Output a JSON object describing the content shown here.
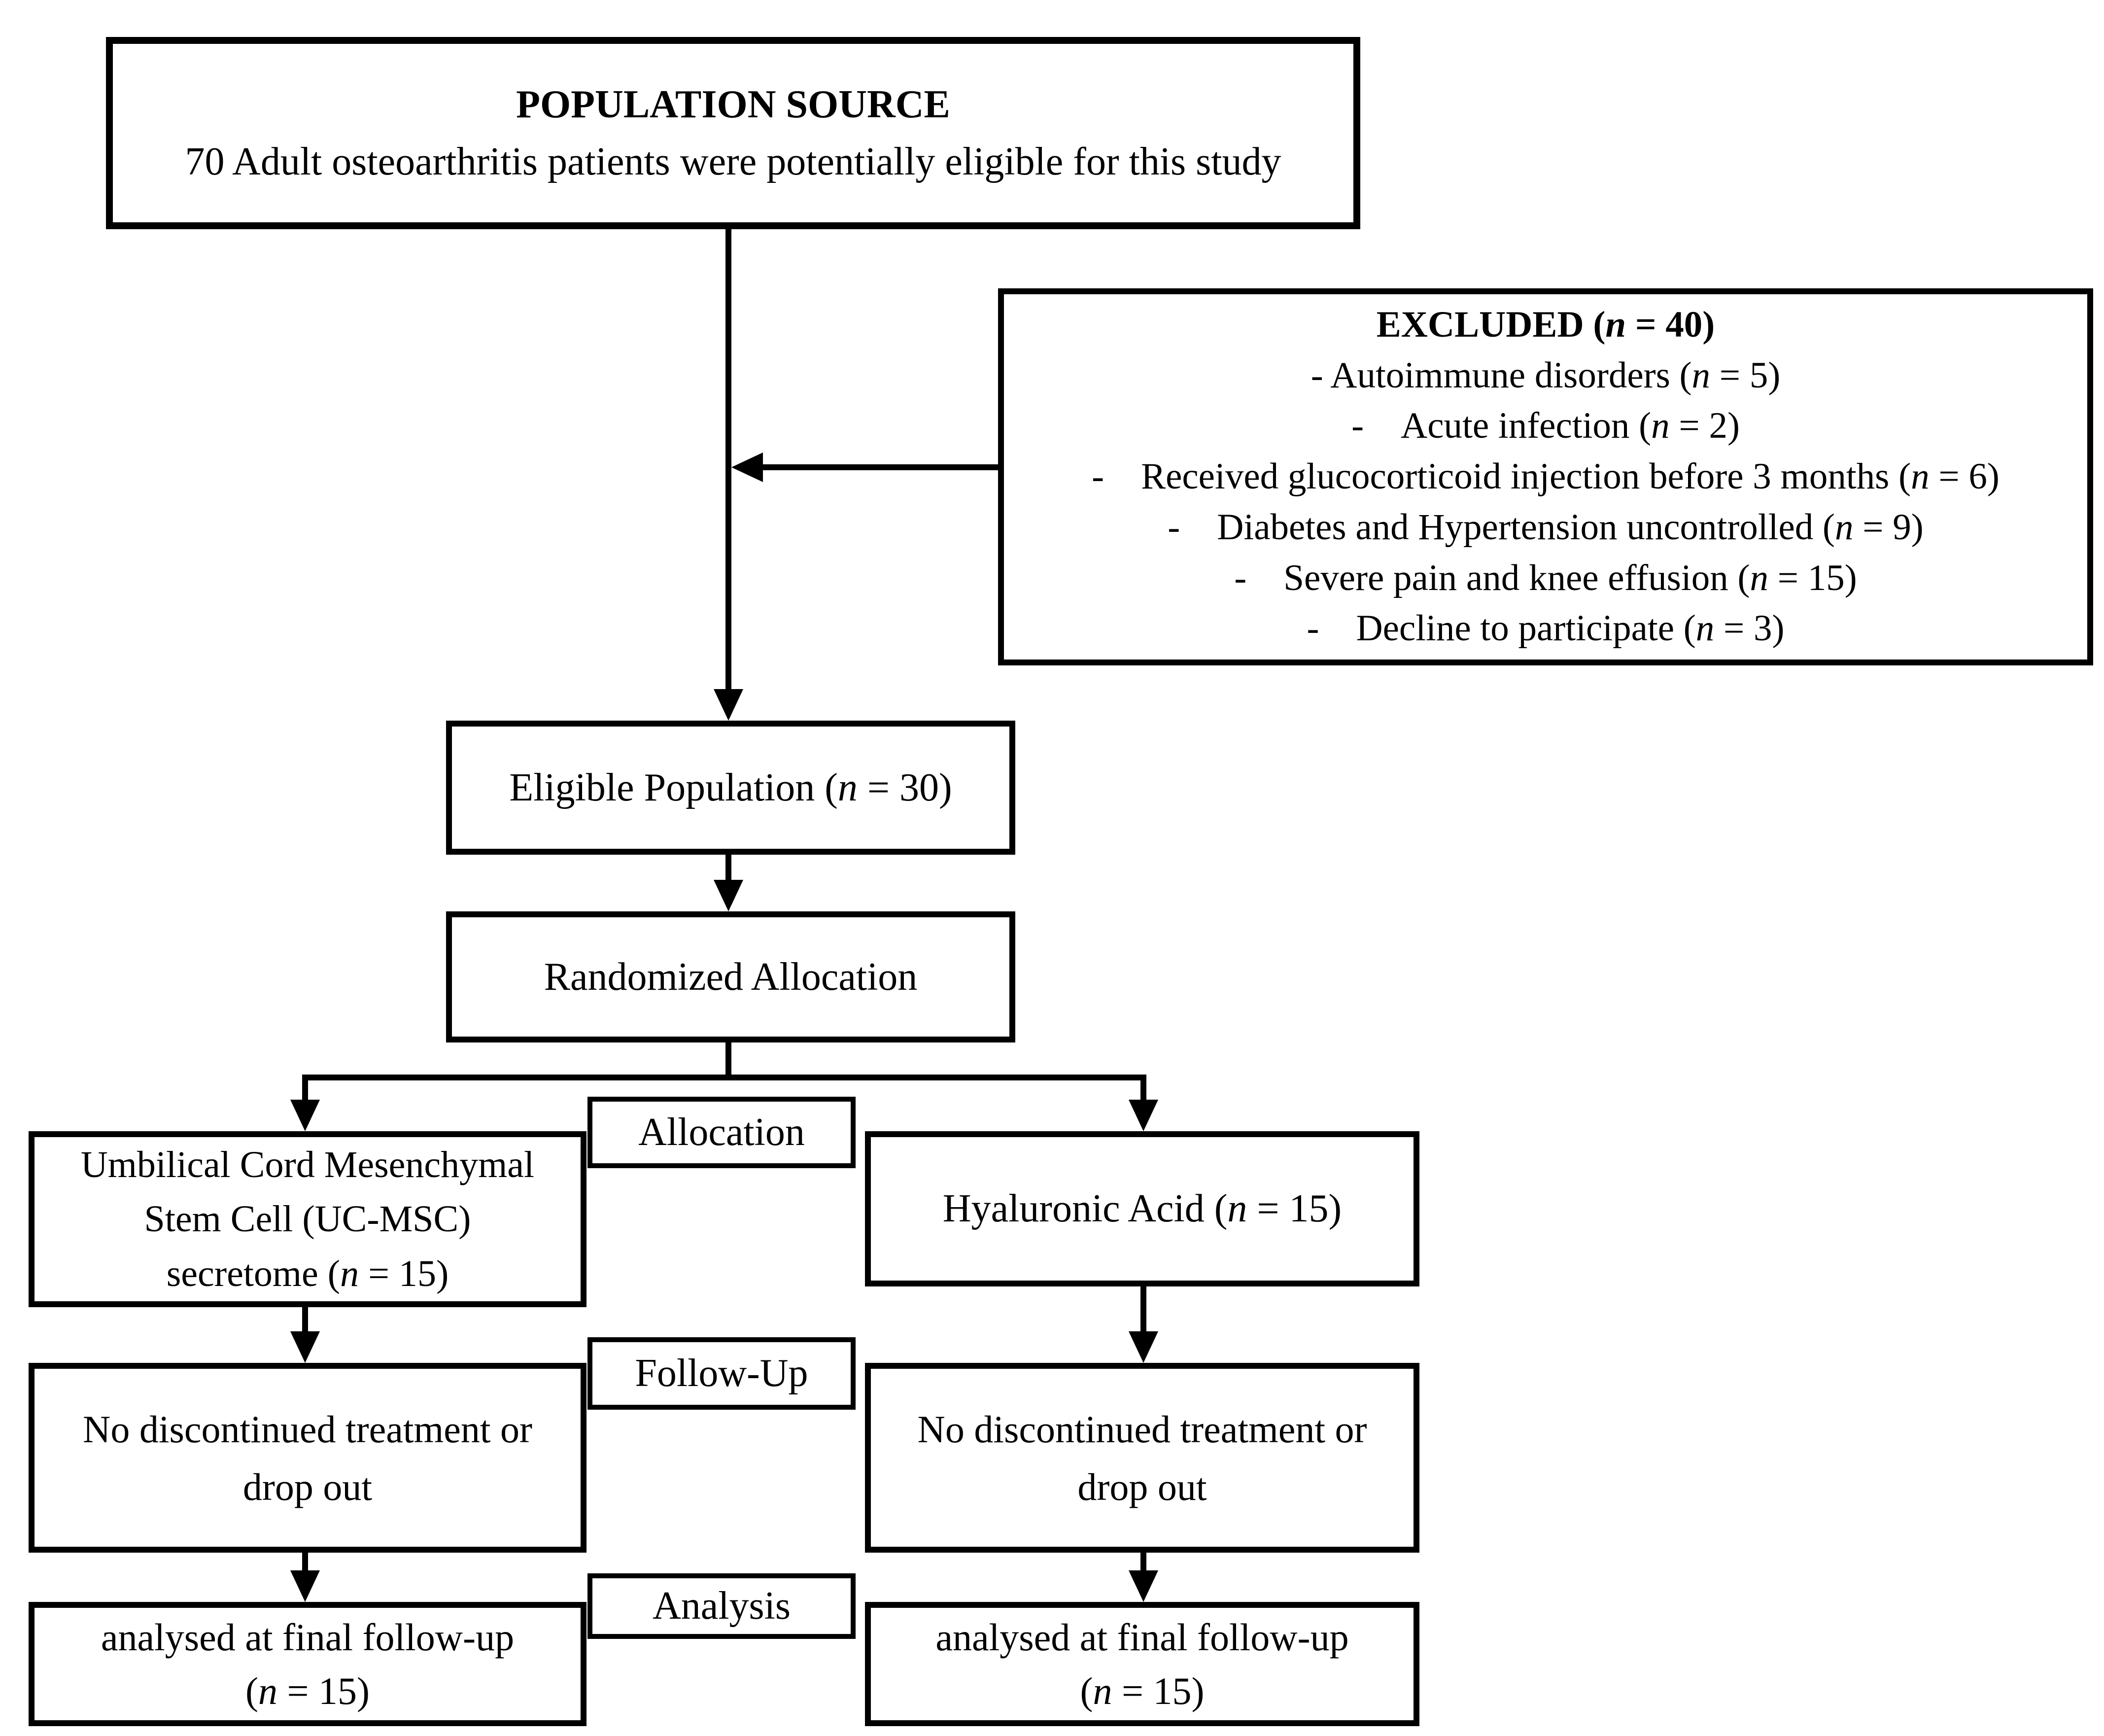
{
  "colors": {
    "ink": "#000000",
    "paper": "#ffffff"
  },
  "flowchart": {
    "population_source": {
      "title": "POPULATION SOURCE",
      "subtitle": "70 Adult osteoarthritis patients were potentially eligible for this study"
    },
    "excluded": {
      "title": [
        {
          "t": "EXCLUDED ("
        },
        {
          "t": "n",
          "i": true
        },
        {
          "t": " = 40)"
        }
      ],
      "items": [
        [
          {
            "t": "- Autoimmune disorders ("
          },
          {
            "t": "n",
            "i": true
          },
          {
            "t": " = 5)"
          }
        ],
        [
          {
            "t": "- Acute infection ("
          },
          {
            "t": "n",
            "i": true
          },
          {
            "t": " = 2)"
          }
        ],
        [
          {
            "t": "- Received glucocorticoid injection before 3 months ("
          },
          {
            "t": "n",
            "i": true
          },
          {
            "t": " = 6)"
          }
        ],
        [
          {
            "t": "- Diabetes and Hypertension uncontrolled ("
          },
          {
            "t": "n",
            "i": true
          },
          {
            "t": " = 9)"
          }
        ],
        [
          {
            "t": "- Severe pain and knee effusion ("
          },
          {
            "t": "n",
            "i": true
          },
          {
            "t": " = 15)"
          }
        ],
        [
          {
            "t": "- Decline to participate ("
          },
          {
            "t": "n",
            "i": true
          },
          {
            "t": " = 3)"
          }
        ]
      ]
    },
    "eligible_population": [
      {
        "t": "Eligible Population ("
      },
      {
        "t": "n",
        "i": true
      },
      {
        "t": " = 30)"
      }
    ],
    "randomized_allocation": "Randomized Allocation",
    "stage_labels": {
      "allocation": "Allocation",
      "followup": "Follow-Up",
      "analysis": "Analysis"
    },
    "ucmsc_branch": {
      "line1": "Umbilical Cord Mesenchymal",
      "line2": "Stem Cell (UC-MSC)",
      "line3": [
        {
          "t": "secretome ("
        },
        {
          "t": "n",
          "i": true
        },
        {
          "t": " = 15)"
        }
      ]
    },
    "ha_branch": [
      {
        "t": "Hyaluronic Acid ("
      },
      {
        "t": "n",
        "i": true
      },
      {
        "t": " = 15)"
      }
    ],
    "followup_left": "No discontinued treatment or drop out",
    "followup_right": "No discontinued treatment or drop out",
    "analysis_left": {
      "line1": "analysed at final follow-up",
      "line2": [
        {
          "t": "("
        },
        {
          "t": "n",
          "i": true
        },
        {
          "t": " = 15)"
        }
      ]
    },
    "analysis_right": {
      "line1": "analysed at final follow-up",
      "line2": [
        {
          "t": "("
        },
        {
          "t": "n",
          "i": true
        },
        {
          "t": " = 15)"
        }
      ]
    }
  }
}
